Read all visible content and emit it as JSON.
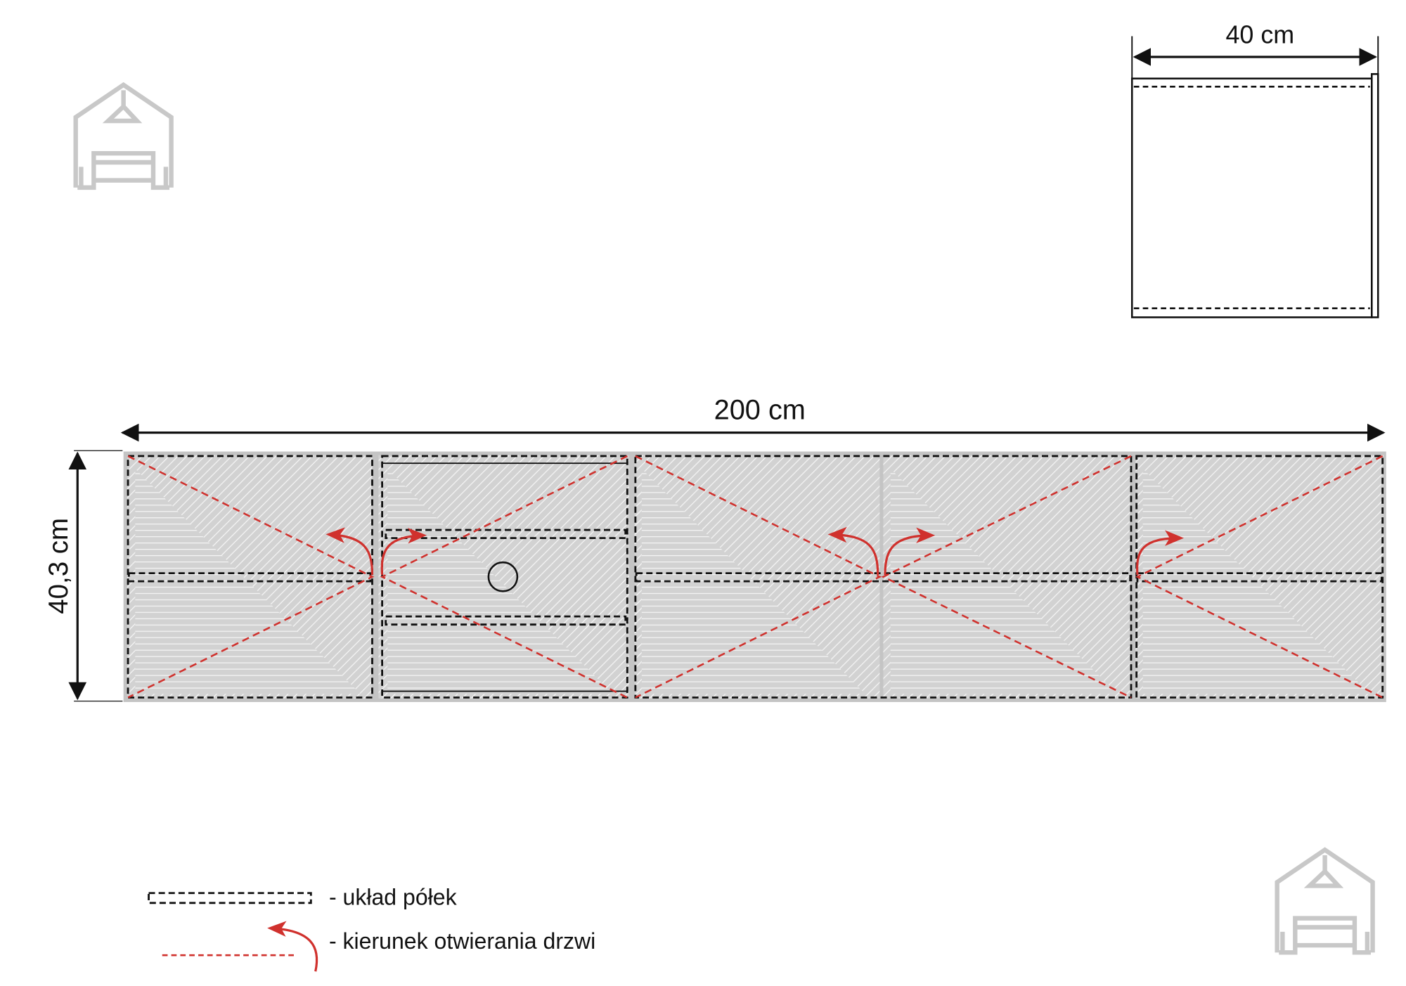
{
  "dimensions": {
    "width": "200 cm",
    "height": "40,3 cm",
    "depth": "40 cm"
  },
  "legend": {
    "shelves": "- układ półek",
    "doors": "- kierunek otwierania drzwi"
  },
  "colors": {
    "door_direction": "#d0312d",
    "panel_fill": "#cfcfcf",
    "outline": "#111111",
    "logo": "#c8c8c8"
  },
  "icons": [
    "house-sofa-logo",
    "house-sofa-logo"
  ]
}
